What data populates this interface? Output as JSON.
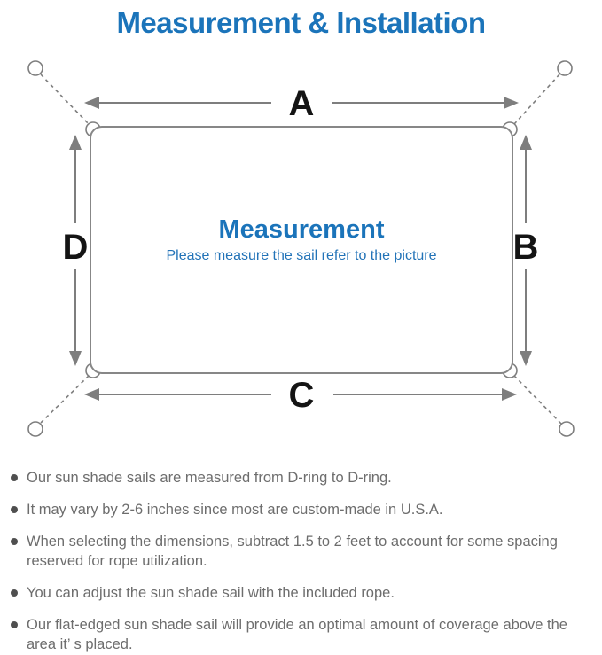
{
  "title": "Measurement & Installation",
  "diagram": {
    "labels": {
      "top": "A",
      "right": "B",
      "bottom": "C",
      "left": "D"
    },
    "center_title": "Measurement",
    "center_subtitle": "Please measure the sail refer to the picture"
  },
  "colors": {
    "accent_blue": "#1b74ba",
    "line_gray": "#7e7e7e",
    "label_black": "#141414",
    "note_text_gray": "#6d6d6d"
  },
  "notes": [
    "Our sun shade sails are measured from D-ring to D-ring.",
    "It may vary by 2-6 inches since most are custom-made in U.S.A.",
    "When selecting the dimensions, subtract 1.5 to 2 feet to account for some spacing reserved for rope utilization.",
    "You can adjust the sun shade sail with the included rope.",
    "Our flat-edged sun shade sail will provide an optimal amount of coverage above the area it’ s placed."
  ]
}
